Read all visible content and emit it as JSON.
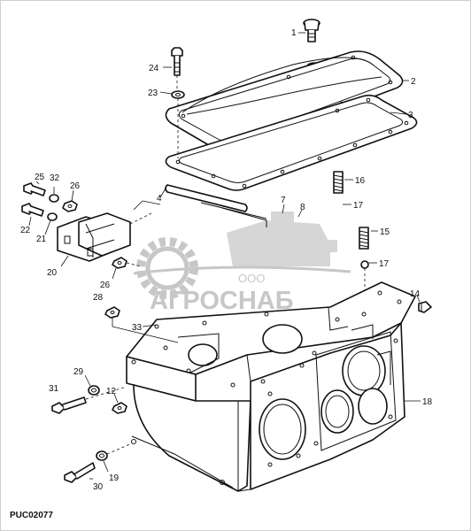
{
  "figure_code": "PUC02077",
  "watermark": {
    "line1": "ООО",
    "line2": "АГРОСНАБ",
    "color": "#9a9a9a"
  },
  "callouts": {
    "p1": "1",
    "p2": "2",
    "p3": "3",
    "p4": "4",
    "p7": "7",
    "p8": "8",
    "p12": "12",
    "p14": "14",
    "p15": "15",
    "p16": "16",
    "p17a": "17",
    "p17b": "17",
    "p18": "18",
    "p19": "19",
    "p20": "20",
    "p21": "21",
    "p22": "22",
    "p23": "23",
    "p24": "24",
    "p25": "25",
    "p26a": "26",
    "p26b": "26",
    "p28": "28",
    "p29": "29",
    "p30": "30",
    "p31": "31",
    "p32": "32",
    "p33": "33"
  }
}
